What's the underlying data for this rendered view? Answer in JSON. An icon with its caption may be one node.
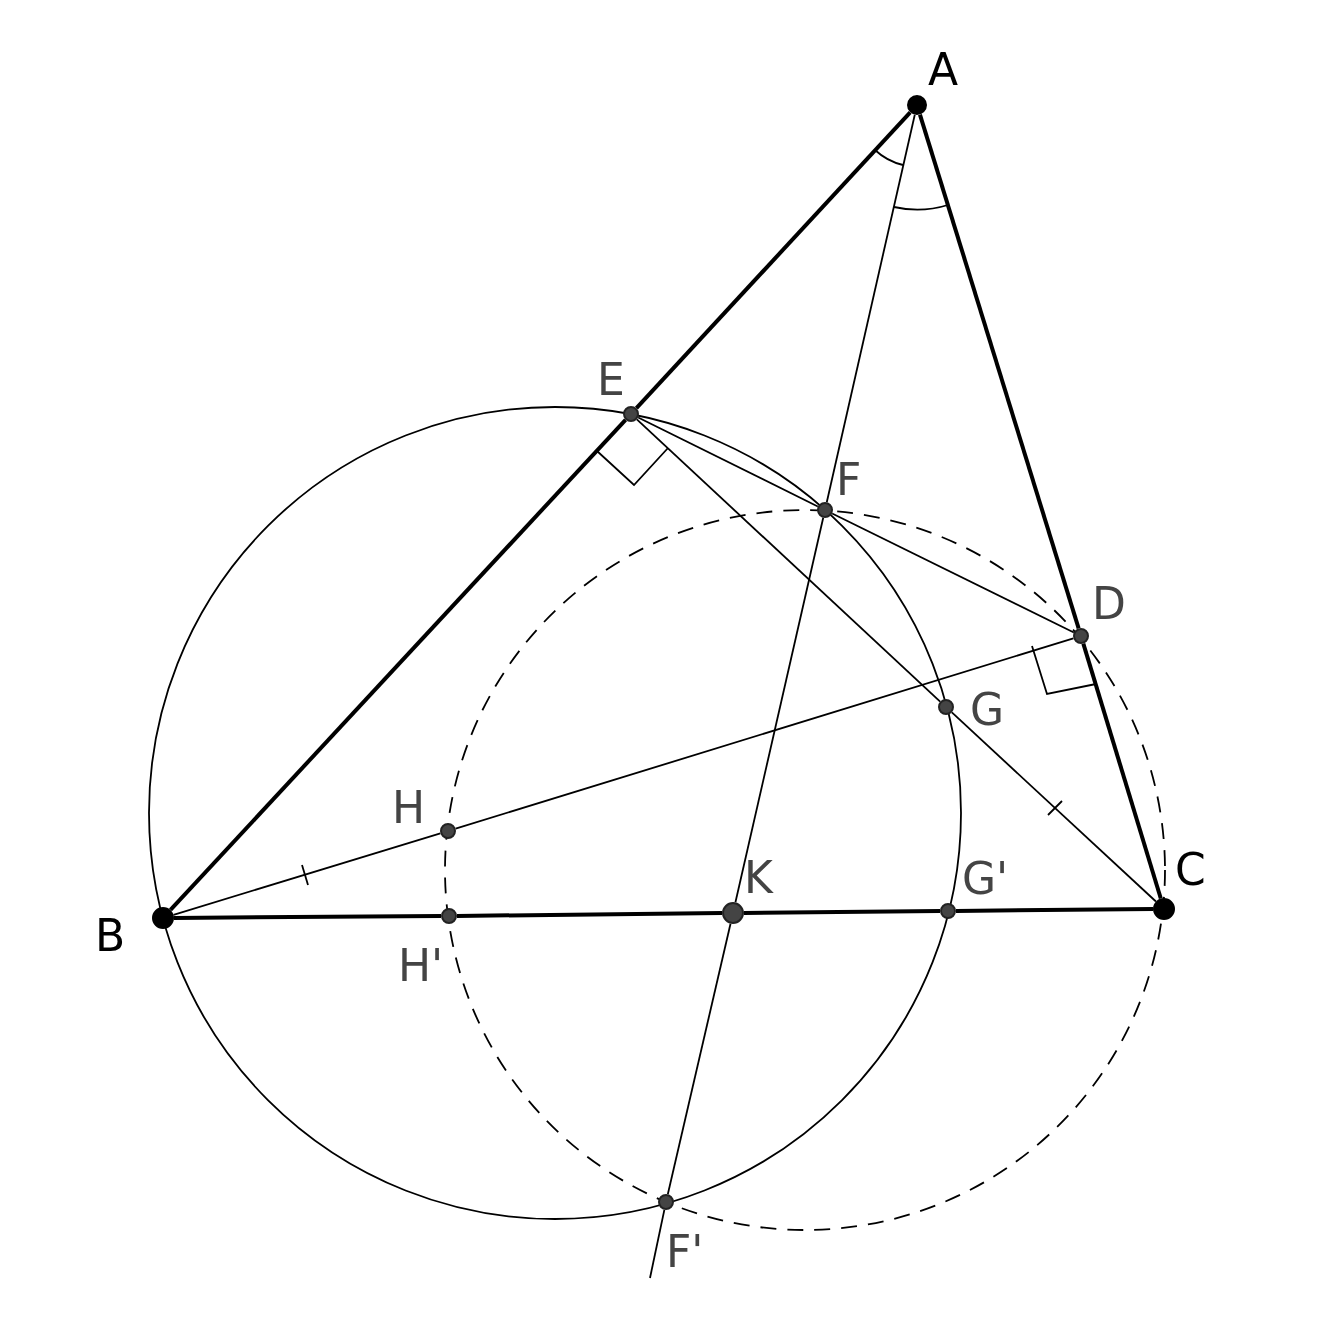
{
  "diagram": {
    "nodes": [
      {
        "text": [],
        "shape": "circle",
        "beside": [
          "A"
        ]
      },
      {
        "text": [],
        "shape": "circle",
        "beside": [
          "E"
        ]
      },
      {
        "text": [],
        "shape": "circle",
        "beside": [
          "F"
        ]
      },
      {
        "text": [],
        "shape": "circle",
        "beside": [
          "D"
        ]
      },
      {
        "text": [],
        "shape": "circle",
        "beside": [
          "G"
        ]
      },
      {
        "text": [],
        "shape": "circle",
        "beside": [
          "H"
        ]
      },
      {
        "text": [],
        "shape": "circle",
        "beside": [
          "C"
        ]
      },
      {
        "text": [],
        "shape": "circle",
        "beside": [
          "B"
        ]
      },
      {
        "text": [],
        "shape": "circle",
        "beside": [
          "K"
        ]
      },
      {
        "text": [],
        "shape": "circle",
        "beside": [
          "G'"
        ]
      },
      {
        "text": [],
        "shape": "circle",
        "beside": [
          "H'"
        ]
      },
      {
        "text": [],
        "shape": "circle",
        "beside": [
          "F'"
        ]
      }
    ],
    "edges": [
      {
        "from": 0,
        "to": 1,
        "arrow": "none",
        "style": "thick"
      },
      {
        "from": 1,
        "to": 7,
        "arrow": "none",
        "style": "thick"
      },
      {
        "from": 0,
        "to": 3,
        "arrow": "none",
        "style": "thick"
      },
      {
        "from": 3,
        "to": 6,
        "arrow": "none",
        "style": "thick"
      },
      {
        "from": 7,
        "to": 10,
        "arrow": "none",
        "style": "thick"
      },
      {
        "from": 10,
        "to": 8,
        "arrow": "none",
        "style": "thick"
      },
      {
        "from": 8,
        "to": 9,
        "arrow": "none",
        "style": "thick"
      },
      {
        "from": 9,
        "to": 6,
        "arrow": "none",
        "style": "thick"
      },
      {
        "from": 0,
        "to": 2,
        "arrow": "none"
      },
      {
        "from": 2,
        "to": 8,
        "arrow": "none"
      },
      {
        "from": 8,
        "to": 11,
        "arrow": "none"
      },
      {
        "from": 11,
        "to": null,
        "arrow": "none"
      },
      {
        "from": 1,
        "to": 2,
        "arrow": "none"
      },
      {
        "from": 2,
        "to": 3,
        "arrow": "none"
      },
      {
        "from": 1,
        "to": 4,
        "arrow": "none"
      },
      {
        "from": 4,
        "to": 6,
        "arrow": "none"
      },
      {
        "from": 7,
        "to": 5,
        "arrow": "none"
      },
      {
        "from": 5,
        "to": 3,
        "arrow": "none"
      }
    ]
  }
}
